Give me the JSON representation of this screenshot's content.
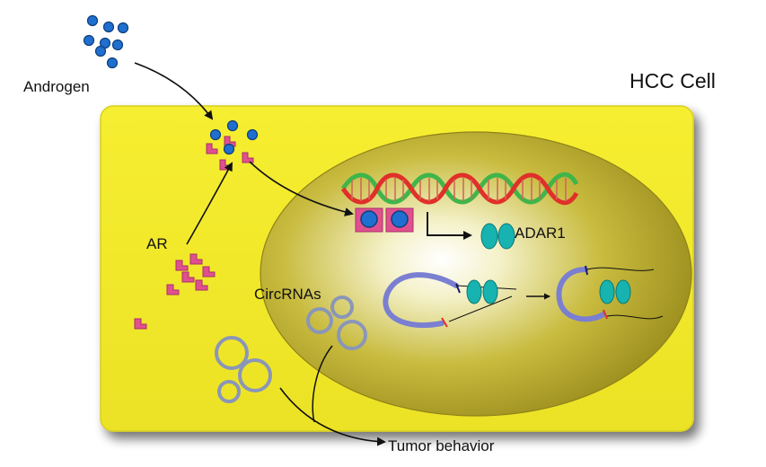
{
  "labels": {
    "androgen": "Androgen",
    "hcc_cell": "HCC Cell",
    "ar": "AR",
    "adar1": "ADAR1",
    "circrnas": "CircRNAs",
    "tumor_behavior": "Tumor behavior"
  },
  "colors": {
    "cytoplasm": "#f4ec2a",
    "nucleus": "#b7a826",
    "androgen": "#1f6fd0",
    "androgen_receptor": "#e0508f",
    "adar1": "#17b3b0",
    "circrna": "#8a96b8",
    "rna_strand": "#7a7fd1",
    "dna_green": "#3fb54a",
    "dna_red": "#e0302a"
  },
  "icons": [
    "androgen-molecule",
    "androgen-receptor",
    "dna-helix",
    "adar1-protein",
    "circrna-ring",
    "pathway-arrow"
  ]
}
